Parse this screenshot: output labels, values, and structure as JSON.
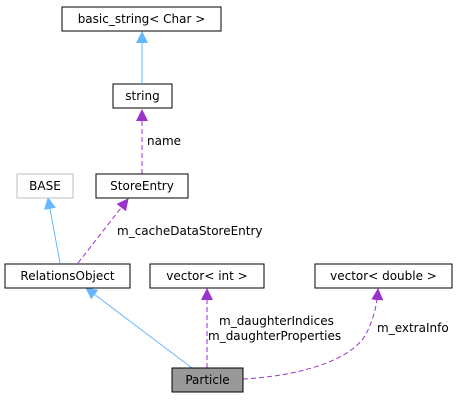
{
  "colors": {
    "background": "#ffffff",
    "node_border": "#000000",
    "node_border_muted": "#bfbfbf",
    "node_fill": "#ffffff",
    "focus_node_fill": "#999999",
    "inheritance_edge": "#63b8ff",
    "usage_edge": "#9a32cd"
  },
  "nodes": {
    "basic_string": "basic_string< Char >",
    "string": "string",
    "store_entry": "StoreEntry",
    "base": "BASE",
    "relations_object": "RelationsObject",
    "vector_int": "vector< int >",
    "vector_double": "vector< double >",
    "particle": "Particle"
  },
  "edge_labels": {
    "name": "name",
    "cache_data_store_entry": "m_cacheDataStoreEntry",
    "daughter_indices": "m_daughterIndices",
    "daughter_properties": "m_daughterProperties",
    "extra_info": "m_extraInfo"
  }
}
